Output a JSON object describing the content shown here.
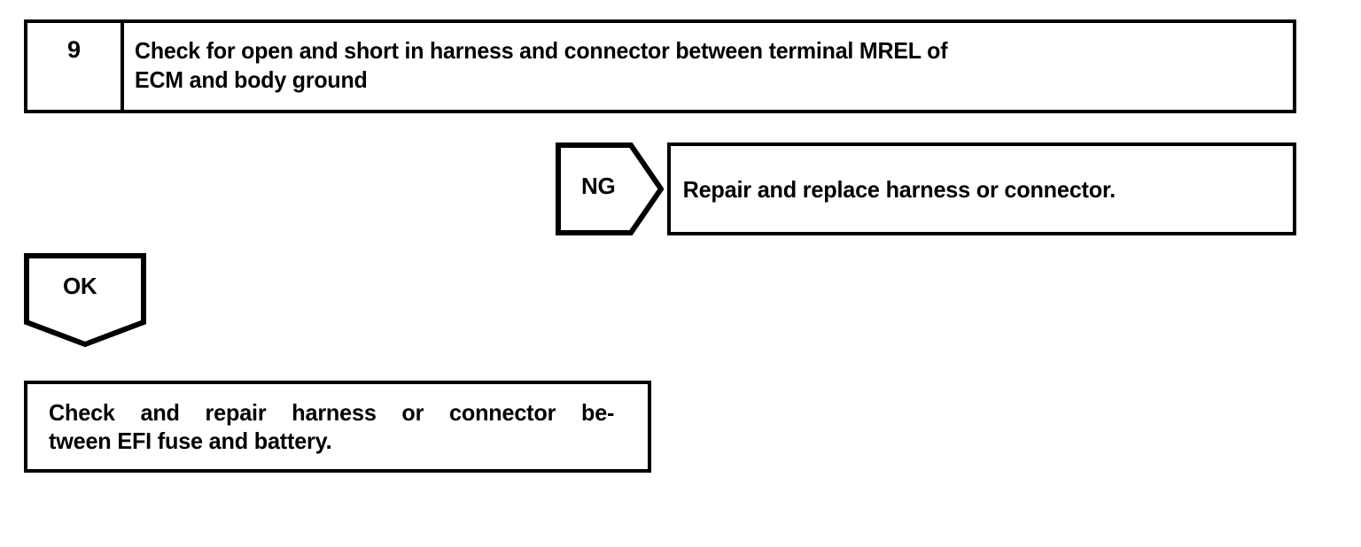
{
  "document": {
    "type": "troubleshooting-flowchart",
    "background_color": "#ffffff",
    "line_color": "#000000"
  },
  "step": {
    "number": "9",
    "instruction": "Check for open and short in harness and connector between terminal MREL of\nECM and body ground"
  },
  "branches": {
    "ng": {
      "label": "NG",
      "shape": "pentagon-right",
      "result_text": "Repair and replace harness or connector."
    },
    "ok": {
      "label": "OK",
      "shape": "pentagon-down",
      "result_line1": "Check and repair harness or connector be-",
      "result_line2": "tween EFI fuse and battery."
    }
  }
}
